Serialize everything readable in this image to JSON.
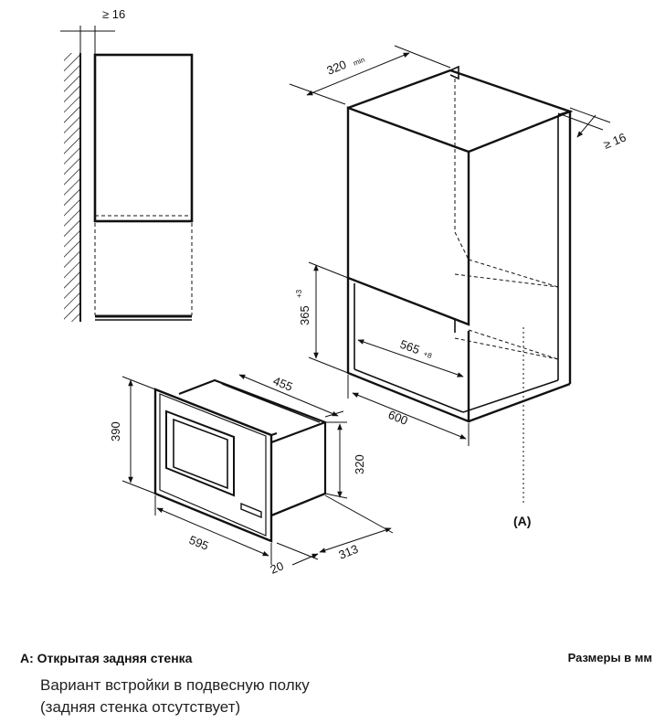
{
  "dimensions": {
    "side_gap": "≥ 16",
    "cabinet_depth": "320",
    "cabinet_depth_suffix": "min",
    "wall_gap": "≥ 16",
    "niche_height": "365",
    "niche_height_tol": "+3",
    "niche_width": "565",
    "niche_width_tol": "+8",
    "cabinet_width": "600",
    "oven_depth_top": "455",
    "oven_front_height": "390",
    "oven_body_height": "320",
    "oven_width": "595",
    "oven_depth": "313",
    "front_thickness": "20"
  },
  "marker_a": "(A)",
  "legend": {
    "key": "A:",
    "title": "Открытая задняя стенка",
    "units": "Размеры в мм",
    "description_lines": [
      "Вариант встройки в подвесную полку",
      "(задняя стенка отсутствует)"
    ]
  },
  "colors": {
    "line": "#111111",
    "text": "#111111"
  }
}
